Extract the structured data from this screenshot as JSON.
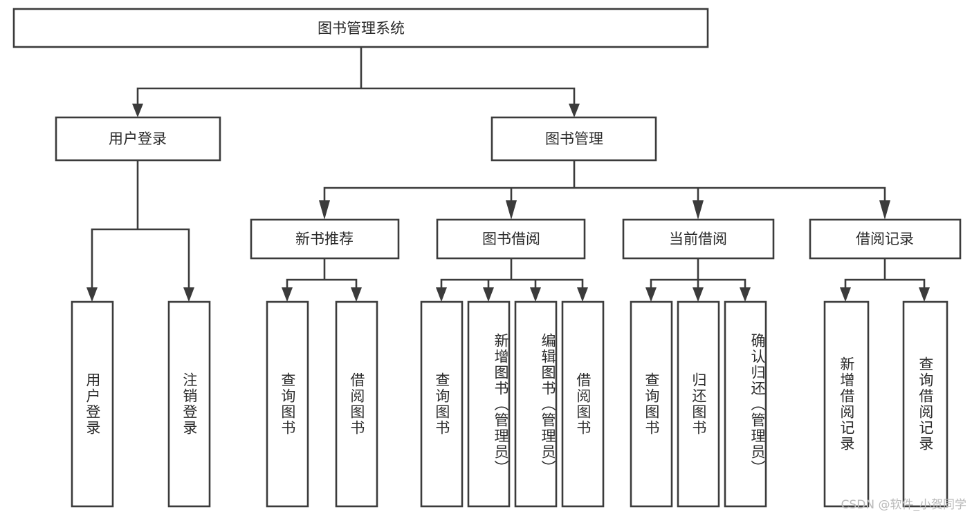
{
  "diagram": {
    "title_node": {
      "id": "root",
      "label": "图书管理系统"
    },
    "level2": [
      {
        "id": "user-login",
        "label": "用户登录"
      },
      {
        "id": "book-management",
        "label": "图书管理"
      }
    ],
    "level3": [
      {
        "id": "new-book-recommend",
        "label": "新书推荐"
      },
      {
        "id": "book-borrow",
        "label": "图书借阅"
      },
      {
        "id": "current-borrow",
        "label": "当前借阅"
      },
      {
        "id": "borrow-record",
        "label": "借阅记录"
      }
    ],
    "leaves": [
      {
        "id": "leaf-user-login",
        "label": "用户登录",
        "parent": "user-login"
      },
      {
        "id": "leaf-logout",
        "label": "注销登录",
        "parent": "user-login"
      },
      {
        "id": "leaf-query-book-1",
        "label": "查询图书",
        "parent": "new-book-recommend"
      },
      {
        "id": "leaf-borrow-book-1",
        "label": "借阅图书",
        "parent": "new-book-recommend"
      },
      {
        "id": "leaf-query-book-2",
        "label": "查询图书",
        "parent": "book-borrow"
      },
      {
        "id": "leaf-add-book",
        "label": "新增图书（管理员）",
        "parent": "book-borrow"
      },
      {
        "id": "leaf-edit-book",
        "label": "编辑图书（管理员）",
        "parent": "book-borrow"
      },
      {
        "id": "leaf-borrow-book-2",
        "label": "借阅图书",
        "parent": "book-borrow"
      },
      {
        "id": "leaf-query-book-3",
        "label": "查询图书",
        "parent": "current-borrow"
      },
      {
        "id": "leaf-return-book",
        "label": "归还图书",
        "parent": "current-borrow"
      },
      {
        "id": "leaf-confirm-return",
        "label": "确认归还（管理员）",
        "parent": "current-borrow"
      },
      {
        "id": "leaf-add-record",
        "label": "新增借阅记录",
        "parent": "borrow-record"
      },
      {
        "id": "leaf-query-record",
        "label": "查询借阅记录",
        "parent": "borrow-record"
      }
    ],
    "colors": {
      "stroke": "#3b3b3b",
      "text": "#2b2b2b",
      "background": "#ffffff",
      "watermark": "#b9b9b9"
    }
  },
  "watermark": {
    "text": "CSDN @软件_小贺同学"
  }
}
